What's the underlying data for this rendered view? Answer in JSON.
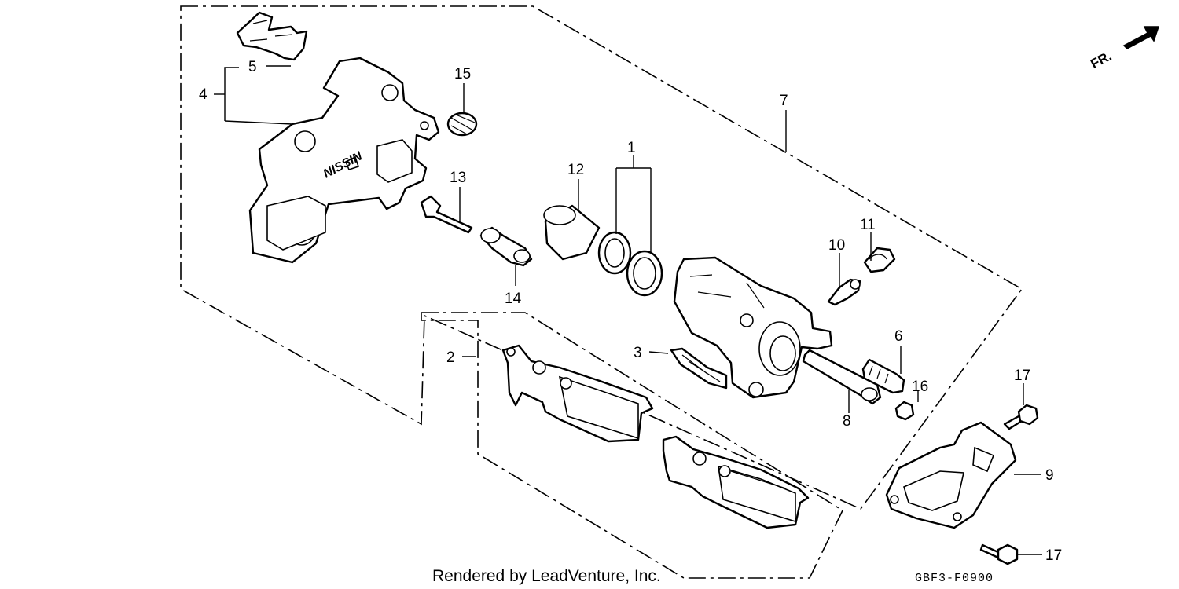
{
  "diagram": {
    "callouts": {
      "p1": "1",
      "p2": "2",
      "p3": "3",
      "p4": "4",
      "p5": "5",
      "p6": "6",
      "p7": "7",
      "p8": "8",
      "p9": "9",
      "p10": "10",
      "p11": "11",
      "p12": "12",
      "p13": "13",
      "p14": "14",
      "p15": "15",
      "p16": "16",
      "p17a": "17",
      "p17b": "17"
    },
    "direction_label": "FR.",
    "casting_mark": "NISSIN",
    "footer_credit": "Rendered by LeadVenture, Inc.",
    "diagram_code": "GBF3-F0900"
  }
}
